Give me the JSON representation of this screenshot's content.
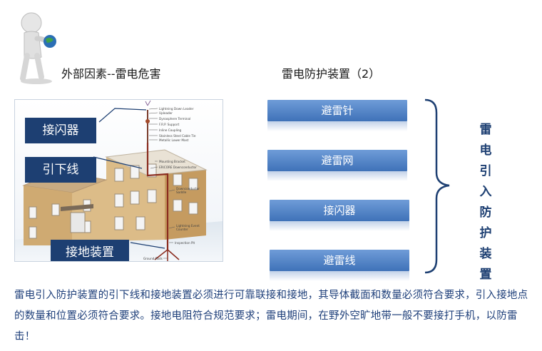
{
  "slide": {
    "left_title": "外部因素--雷电危害",
    "right_title": "雷电防护装置（2）"
  },
  "diagram": {
    "callouts": [
      "接闪器",
      "引下线",
      "接地装置"
    ],
    "small_labels": [
      "Lightning Down Leader",
      "Upleader",
      "Dynasphere Terminal",
      "F.R.P. Support",
      "Inline Coupling",
      "Stainless Steel Cable Tie",
      "Metallic Lower Mast",
      "Mounting Bracket",
      "ERICORE Downconductor",
      "Downconductor Saddle",
      "Lightning Event Counter",
      "Inspection Pit",
      "Ground Rods"
    ]
  },
  "devices": {
    "items": [
      "避雷针",
      "避雷网",
      "接闪器",
      "避雷线"
    ],
    "group_label": "雷电引入防护装置"
  },
  "description": "雷电引入防护装置的引下线和接地装置必须进行可靠联接和接地，其导体截面和数量必须符合要求，引入接地点的数量和位置必须符合要求。接地电阻符合规范要求；雷电期间，在野外空旷地带一般不要接打手机，以防雷击！",
  "colors": {
    "callout_bg": "#1d3f72",
    "button_top": "#6f9cd8",
    "button_bottom": "#3f72b8",
    "text_blue": "#1e3f7a"
  }
}
